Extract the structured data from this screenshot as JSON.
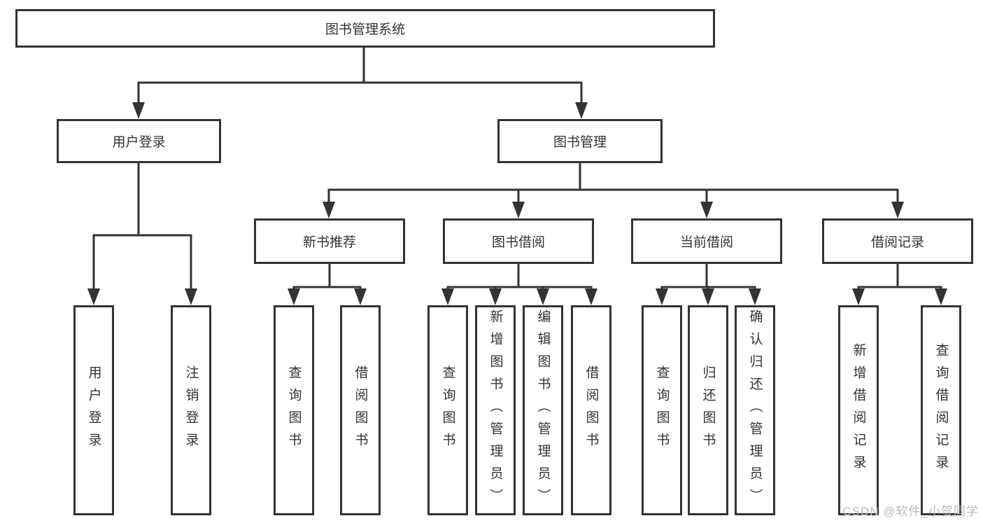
{
  "diagram": {
    "root": {
      "label": "图书管理系统"
    },
    "level2": [
      {
        "id": "user-login",
        "label": "用户登录"
      },
      {
        "id": "book-management",
        "label": "图书管理"
      }
    ],
    "level3": [
      {
        "id": "new-book-recommend",
        "parent": "book-management",
        "label": "新书推荐"
      },
      {
        "id": "book-borrow",
        "parent": "book-management",
        "label": "图书借阅"
      },
      {
        "id": "current-borrow",
        "parent": "book-management",
        "label": "当前借阅"
      },
      {
        "id": "borrow-records",
        "parent": "book-management",
        "label": "借阅记录"
      }
    ],
    "leaves": [
      {
        "parent": "user-login",
        "label": "用户登录"
      },
      {
        "parent": "user-login",
        "label": "注销登录"
      },
      {
        "parent": "new-book-recommend",
        "label": "查询图书"
      },
      {
        "parent": "new-book-recommend",
        "label": "借阅图书"
      },
      {
        "parent": "book-borrow",
        "label": "查询图书"
      },
      {
        "parent": "book-borrow",
        "label": "新增图书（管理员）"
      },
      {
        "parent": "book-borrow",
        "label": "编辑图书（管理员）"
      },
      {
        "parent": "book-borrow",
        "label": "借阅图书"
      },
      {
        "parent": "current-borrow",
        "label": "查询图书"
      },
      {
        "parent": "current-borrow",
        "label": "归还图书"
      },
      {
        "parent": "current-borrow",
        "label": "确认归还（管理员）"
      },
      {
        "parent": "borrow-records",
        "label": "新增借阅记录"
      },
      {
        "parent": "borrow-records",
        "label": "查询借阅记录"
      }
    ]
  },
  "watermark": {
    "text": "CSDN @软件_小贺同学"
  },
  "colors": {
    "line": "#333333",
    "text": "#333333",
    "background": "#ffffff",
    "watermark": "#b9b9b9"
  }
}
